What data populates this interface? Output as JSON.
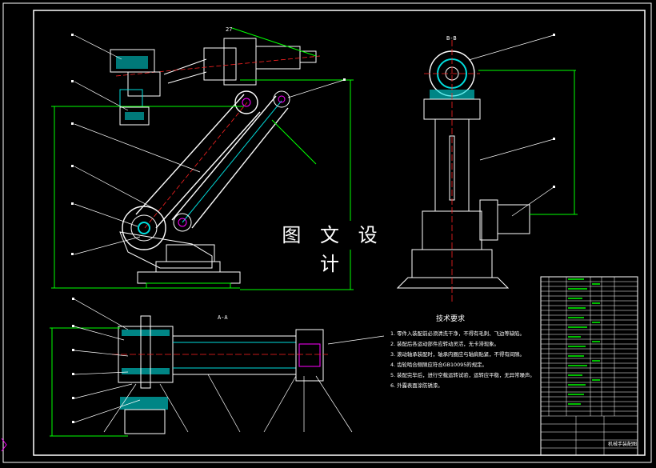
{
  "drawing": {
    "watermark": "图 文 设 计",
    "section_bb": "B-B",
    "section_aa": "A-A",
    "dim_small": "27",
    "requirements_title": "技术要求",
    "requirements": [
      "1. 零件入装配前必须清洗干净，不得有毛刺、飞边等缺陷。",
      "2. 装配后各运动部件应转动灵活，无卡滞现象。",
      "3. 滚动轴承装配时，轴承内圈应与轴肩贴紧，不得有间隙。",
      "4. 齿轮啮合侧隙应符合GB10095的规定。",
      "5. 装配完毕后，进行空载运转试验，运转应平稳，无异常噪声。",
      "6. 外露表面涂防锈漆。"
    ],
    "title_block": {
      "name": "机械手装配图"
    }
  },
  "colors": {
    "frame": "#ffffff",
    "part_outline": "#ffffff",
    "centerline": "#ff2020",
    "section_fill": "#00d8d8",
    "dimension": "#00ff00",
    "highlight": "#ff00ff"
  }
}
